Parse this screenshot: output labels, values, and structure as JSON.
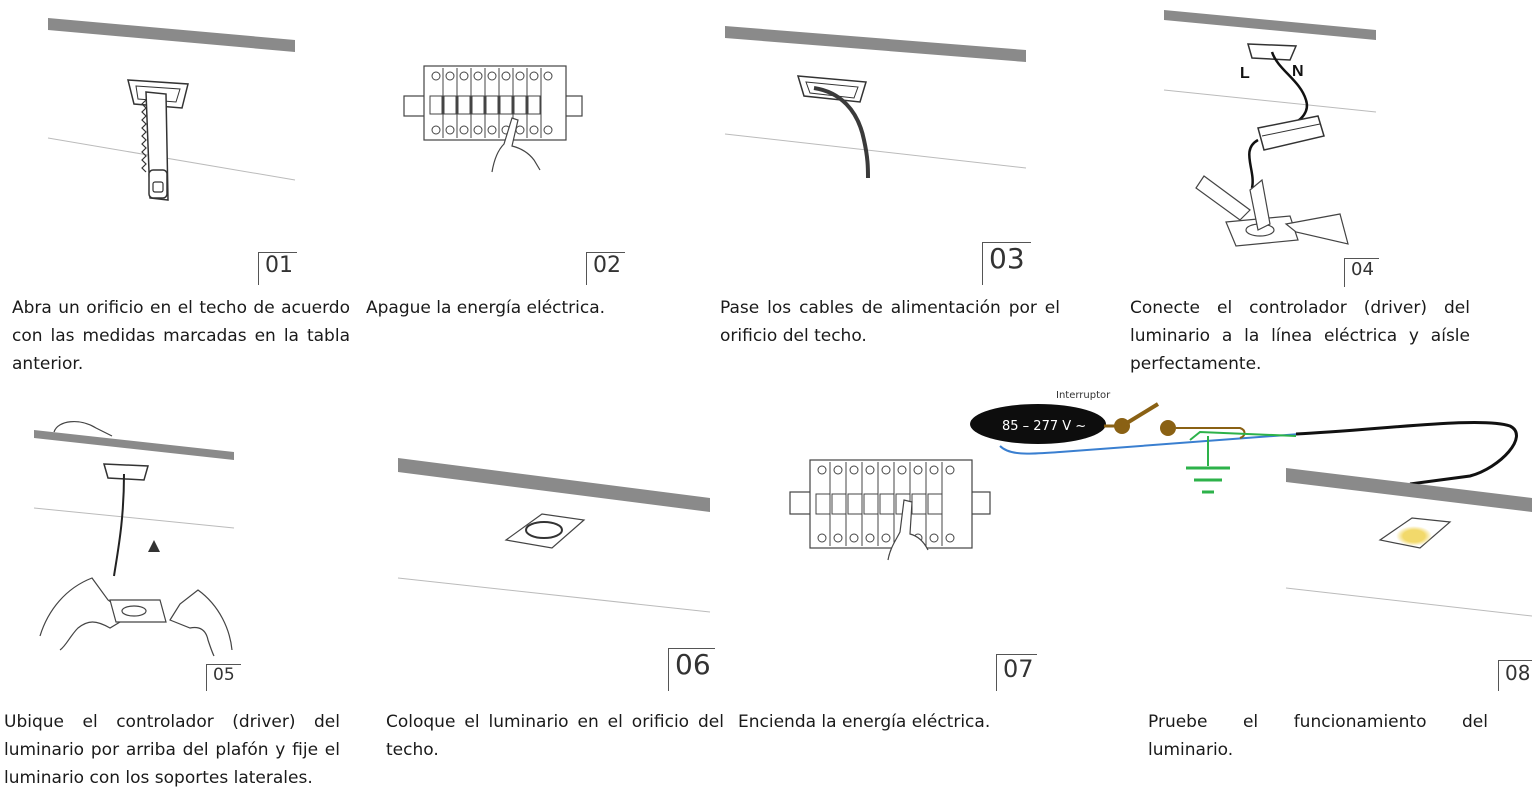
{
  "steps": [
    {
      "num": "01",
      "caption": "Abra un orificio en el techo de acuerdo con las medidas marcadas en la tabla anterior."
    },
    {
      "num": "02",
      "caption": "Apague la energía eléctrica."
    },
    {
      "num": "03",
      "caption": "Pase los cables de alimentación por el orificio del techo."
    },
    {
      "num": "04",
      "caption": "Conecte el controlador (driver) del luminario a la línea eléctrica y aísle perfectamente."
    },
    {
      "num": "05",
      "caption": "Ubique el controlador (driver) del luminario por arriba del plafón y fije el luminario con los soportes laterales."
    },
    {
      "num": "06",
      "caption": "Coloque el luminario en el orificio del techo."
    },
    {
      "num": "07",
      "caption": "Encienda la energía eléctrica."
    },
    {
      "num": "08",
      "caption": "Pruebe el funcionamiento del luminario."
    }
  ],
  "labels": {
    "live": "L",
    "neutral": "N",
    "switch": "Interruptor",
    "voltage": "85 – 277 V ~"
  },
  "colors": {
    "ceiling": "#8a8a8a",
    "line": "#4a4a4a",
    "cable_black": "#111111",
    "cable_blue": "#3a7fd0",
    "cable_green": "#2db24a",
    "switch_brown": "#8a6114",
    "light_glow": "#f2d96b"
  }
}
